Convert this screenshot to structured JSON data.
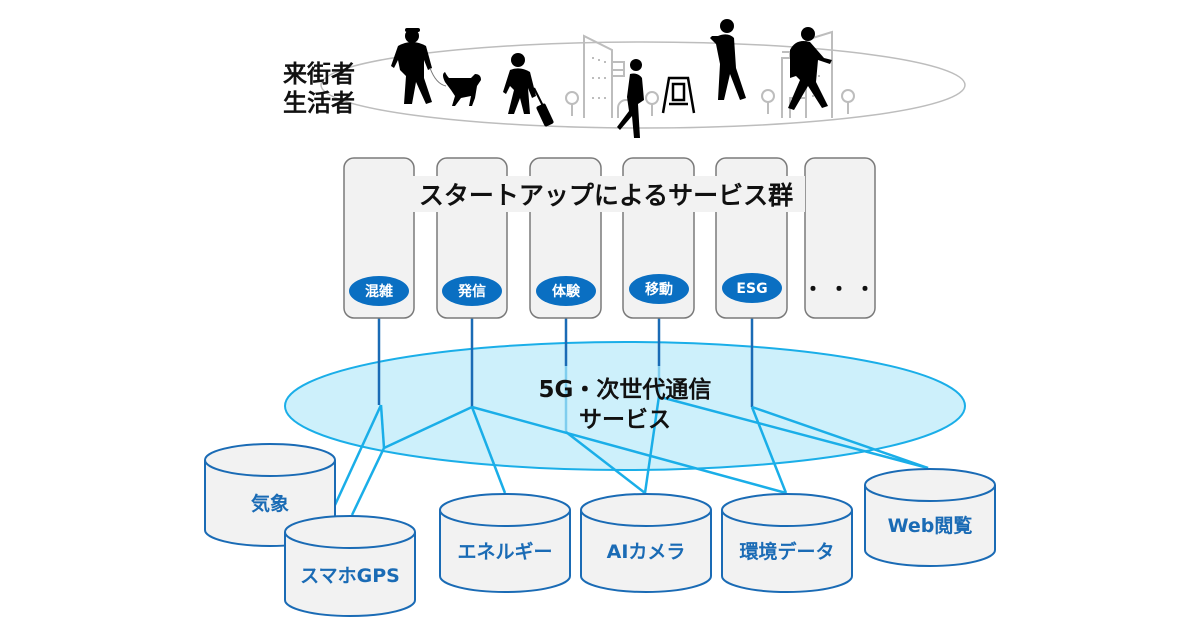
{
  "people": {
    "label_line1": "来街者",
    "label_line2": "生活者",
    "figures": [
      "person-with-dog-icon",
      "dog-icon",
      "traveler-with-suitcase-icon",
      "walking-woman-icon",
      "a-frame-sign-icon",
      "person-with-phone-icon",
      "person-with-backpack-icon"
    ],
    "background": [
      "building-outline-icon",
      "tree-outline-icon"
    ]
  },
  "services": {
    "banner": "スタートアップによるサービス群",
    "items": [
      {
        "label": "混雑"
      },
      {
        "label": "発信"
      },
      {
        "label": "体験"
      },
      {
        "label": "移動"
      },
      {
        "label": "ESG"
      },
      {
        "label": "・・・"
      }
    ]
  },
  "network": {
    "line1": "5G・次世代通信",
    "line2": "サービス"
  },
  "data_sources": [
    {
      "label": "気象"
    },
    {
      "label": "スマホGPS"
    },
    {
      "label": "エネルギー"
    },
    {
      "label": "AIカメラ"
    },
    {
      "label": "環境データ"
    },
    {
      "label": "Web閲覧"
    }
  ],
  "colors": {
    "pill_blue": "#0a6fc2",
    "network_fill": "#cdf0fb",
    "network_stroke": "#1aaee8",
    "cylinder_stroke": "#1a6bb5",
    "box_fill": "#f2f2f2",
    "box_stroke": "#7a7a7a",
    "link_dark": "#1a6bb5",
    "link_light": "#1aaee8"
  }
}
